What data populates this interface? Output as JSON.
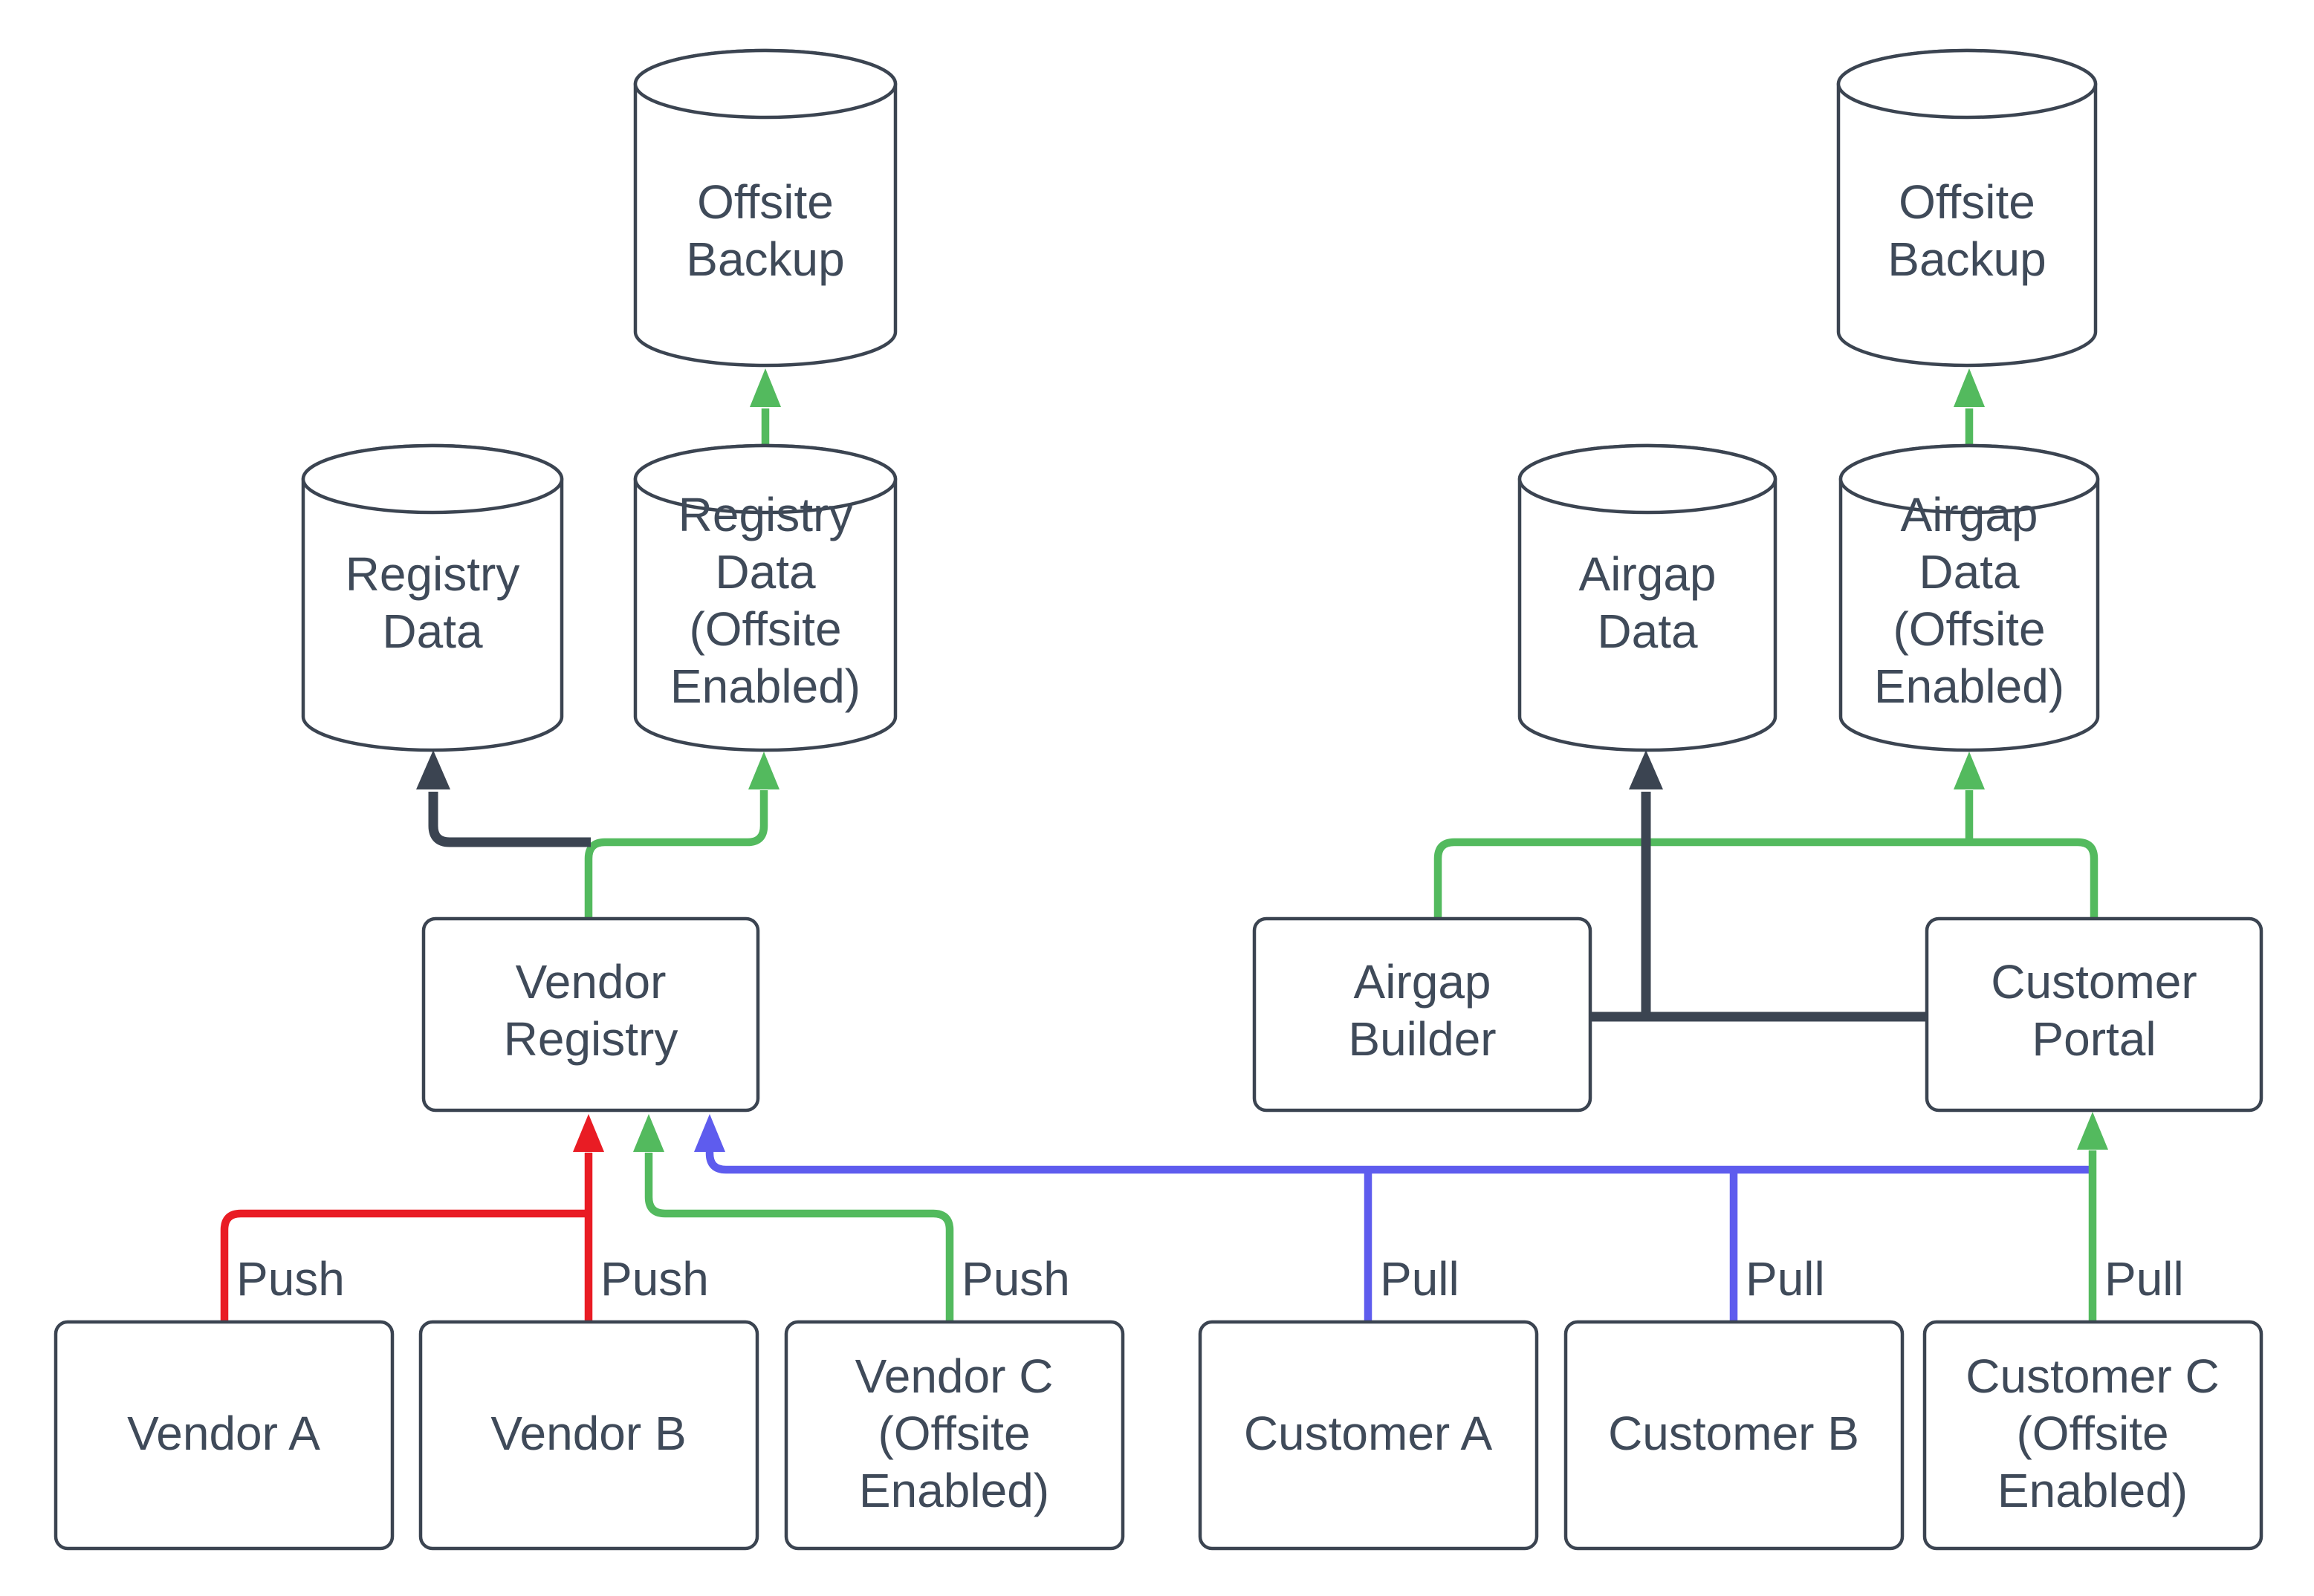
{
  "colors": {
    "outline": "#3b4451",
    "text": "#3f4a59",
    "green": "#53ba5e",
    "red": "#e91c24",
    "blue": "#5e5cee",
    "dark": "#3b4451",
    "background": "#ffffff"
  },
  "nodes": {
    "offsiteBackupLeft": {
      "type": "cylinder",
      "lines": [
        "Offsite",
        "Backup"
      ]
    },
    "registryData": {
      "type": "cylinder",
      "lines": [
        "Registry",
        "Data"
      ]
    },
    "registryDataOffsite": {
      "type": "cylinder",
      "lines": [
        "Registry",
        "Data",
        "(Offsite",
        "Enabled)"
      ]
    },
    "airgapData": {
      "type": "cylinder",
      "lines": [
        "Airgap",
        "Data"
      ]
    },
    "airgapDataOffsite": {
      "type": "cylinder",
      "lines": [
        "Airgap",
        "Data",
        "(Offsite",
        "Enabled)"
      ]
    },
    "offsiteBackupRight": {
      "type": "cylinder",
      "lines": [
        "Offsite",
        "Backup"
      ]
    },
    "vendorRegistry": {
      "type": "box",
      "lines": [
        "Vendor",
        "Registry"
      ]
    },
    "airgapBuilder": {
      "type": "box",
      "lines": [
        "Airgap",
        "Builder"
      ]
    },
    "customerPortal": {
      "type": "box",
      "lines": [
        "Customer",
        "Portal"
      ]
    },
    "vendorA": {
      "type": "box",
      "lines": [
        "Vendor A"
      ]
    },
    "vendorB": {
      "type": "box",
      "lines": [
        "Vendor B"
      ]
    },
    "vendorC": {
      "type": "box",
      "lines": [
        "Vendor C",
        "(Offsite",
        "Enabled)"
      ]
    },
    "customerA": {
      "type": "box",
      "lines": [
        "Customer A"
      ]
    },
    "customerB": {
      "type": "box",
      "lines": [
        "Customer B"
      ]
    },
    "customerC": {
      "type": "box",
      "lines": [
        "Customer C",
        "(Offsite",
        "Enabled)"
      ]
    }
  },
  "edges": [
    {
      "id": "vendor-a-push",
      "from": "vendorA",
      "to": "vendorRegistry",
      "color": "red",
      "label": "Push"
    },
    {
      "id": "vendor-b-push",
      "from": "vendorB",
      "to": "vendorRegistry",
      "color": "red",
      "label": "Push"
    },
    {
      "id": "vendor-c-push",
      "from": "vendorC",
      "to": "vendorRegistry",
      "color": "green",
      "label": "Push"
    },
    {
      "id": "customer-a-pull",
      "from": "customerA",
      "to": "vendorRegistry",
      "color": "blue",
      "label": "Pull"
    },
    {
      "id": "customer-b-pull",
      "from": "customerB",
      "to": "vendorRegistry",
      "color": "blue",
      "label": "Pull"
    },
    {
      "id": "customer-c-pull",
      "from": "customerC",
      "to": "customerPortal",
      "color": "green",
      "label": "Pull"
    },
    {
      "id": "registry-to-registry-data",
      "from": "vendorRegistry",
      "to": "registryData",
      "color": "dark"
    },
    {
      "id": "registry-to-registry-data-offsite",
      "from": "vendorRegistry",
      "to": "registryDataOffsite",
      "color": "green"
    },
    {
      "id": "registry-offsite-to-offsite-backup",
      "from": "registryDataOffsite",
      "to": "offsiteBackupLeft",
      "color": "green"
    },
    {
      "id": "builder-portal-to-airgap-data",
      "from": "airgapBuilder",
      "to": "airgapData",
      "color": "dark"
    },
    {
      "id": "portal-to-airgap-data-offsite",
      "from": "customerPortal",
      "to": "airgapDataOffsite",
      "color": "green"
    },
    {
      "id": "portal-to-airgap-builder",
      "from": "customerPortal",
      "to": "airgapBuilder",
      "color": "green"
    },
    {
      "id": "airgap-offsite-to-offsite-backup",
      "from": "airgapDataOffsite",
      "to": "offsiteBackupRight",
      "color": "green"
    }
  ]
}
